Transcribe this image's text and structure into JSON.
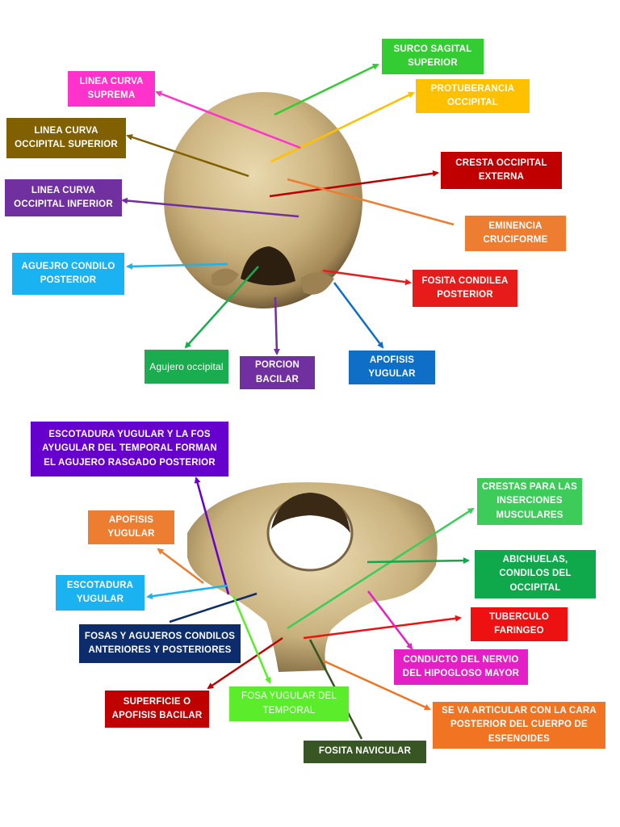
{
  "top_figure": {
    "labels": [
      {
        "key": "surco_sagital",
        "text": "SURCO SAGITAL SUPERIOR",
        "bg": "#33cc33",
        "fg": "#ffffff"
      },
      {
        "key": "protuberancia",
        "text": "PROTUBERANCIA OCCIPITAL",
        "bg": "#ffc000",
        "fg": "#ffffff"
      },
      {
        "key": "linea_suprema",
        "text": "LINEA CURVA SUPREMA",
        "bg": "#ff33cc",
        "fg": "#ffffff"
      },
      {
        "key": "linea_superior",
        "text": "LINEA CURVA OCCIPITAL SUPERIOR",
        "bg": "#806000",
        "fg": "#ffffff"
      },
      {
        "key": "cresta_externa",
        "text": "CRESTA OCCIPITAL EXTERNA",
        "bg": "#c00000",
        "fg": "#ffffff"
      },
      {
        "key": "linea_inferior",
        "text": "LINEA CURVA OCCIPITAL INFERIOR",
        "bg": "#7030a0",
        "fg": "#ffffff"
      },
      {
        "key": "eminencia",
        "text": "EMINENCIA CRUCIFORME",
        "bg": "#ed7d31",
        "fg": "#ffffff"
      },
      {
        "key": "agujero_condilo",
        "text": "AGUEJRO CONDILO POSTERIOR",
        "bg": "#1ab2f0",
        "fg": "#ffffff"
      },
      {
        "key": "fosita_condilea",
        "text": "FOSITA CONDILEA POSTERIOR",
        "bg": "#e81b1b",
        "fg": "#ffffff"
      },
      {
        "key": "agujero_occipital",
        "text": "Agujero occipital",
        "bg": "#1aac4f",
        "fg": "#ffffff"
      },
      {
        "key": "porcion_bacilar",
        "text": "PORCION BACILAR",
        "bg": "#7030a0",
        "fg": "#ffffff"
      },
      {
        "key": "apofisis_yugular",
        "text": "APOFISIS YUGULAR",
        "bg": "#0f6fc6",
        "fg": "#ffffff"
      }
    ]
  },
  "bottom_figure": {
    "labels": [
      {
        "key": "escotadura_fosa",
        "text": "ESCOTADURA YUGULAR Y LA FOS AYUGULAR DEL TEMPORAL FORMAN EL AGUJERO RASGADO POSTERIOR",
        "bg": "#6600cc",
        "fg": "#ffffff"
      },
      {
        "key": "crestas",
        "text": "CRESTAS PARA LAS INSERCIONES MUSCULARES",
        "bg": "#3dcc5a",
        "fg": "#ffffff"
      },
      {
        "key": "apofisis_yugular_b",
        "text": "APOFISIS YUGULAR",
        "bg": "#ed7d31",
        "fg": "#ffffff"
      },
      {
        "key": "abichuelas",
        "text": "ABICHUELAS, CONDILOS DEL OCCIPITAL",
        "bg": "#0fa84a",
        "fg": "#ffffff"
      },
      {
        "key": "escotadura_yugular",
        "text": "ESCOTADURA YUGULAR",
        "bg": "#1ab2f0",
        "fg": "#ffffff"
      },
      {
        "key": "tuberculo",
        "text": "TUBERCULO FARINGEO",
        "bg": "#ee1111",
        "fg": "#ffffff"
      },
      {
        "key": "fosas_agujeros",
        "text": "FOSAS Y AGUJEROS CONDILOS ANTERIORES Y POSTERIORES",
        "bg": "#0c2c6b",
        "fg": "#ffffff"
      },
      {
        "key": "conducto",
        "text": "CONDUCTO DEL NERVIO DEL HIPOGLOSO MAYOR",
        "bg": "#e41fc5",
        "fg": "#ffffff"
      },
      {
        "key": "superficie",
        "text": "SUPERFICIE O APOFISIS BACILAR",
        "bg": "#c00000",
        "fg": "#ffffff"
      },
      {
        "key": "fosa_yugular",
        "text": "FOSA YUGULAR DEL TEMPORAL",
        "bg": "#5bec2c",
        "fg": "#ffffff"
      },
      {
        "key": "se_va",
        "text": "SE VA ARTICULAR CON LA CARA POSTERIOR DEL CUERPO DE ESFENOIDES",
        "bg": "#f07422",
        "fg": "#ffffff"
      },
      {
        "key": "fosita_navicular",
        "text": "FOSITA NAVICULAR",
        "bg": "#375623",
        "fg": "#ffffff"
      }
    ]
  }
}
